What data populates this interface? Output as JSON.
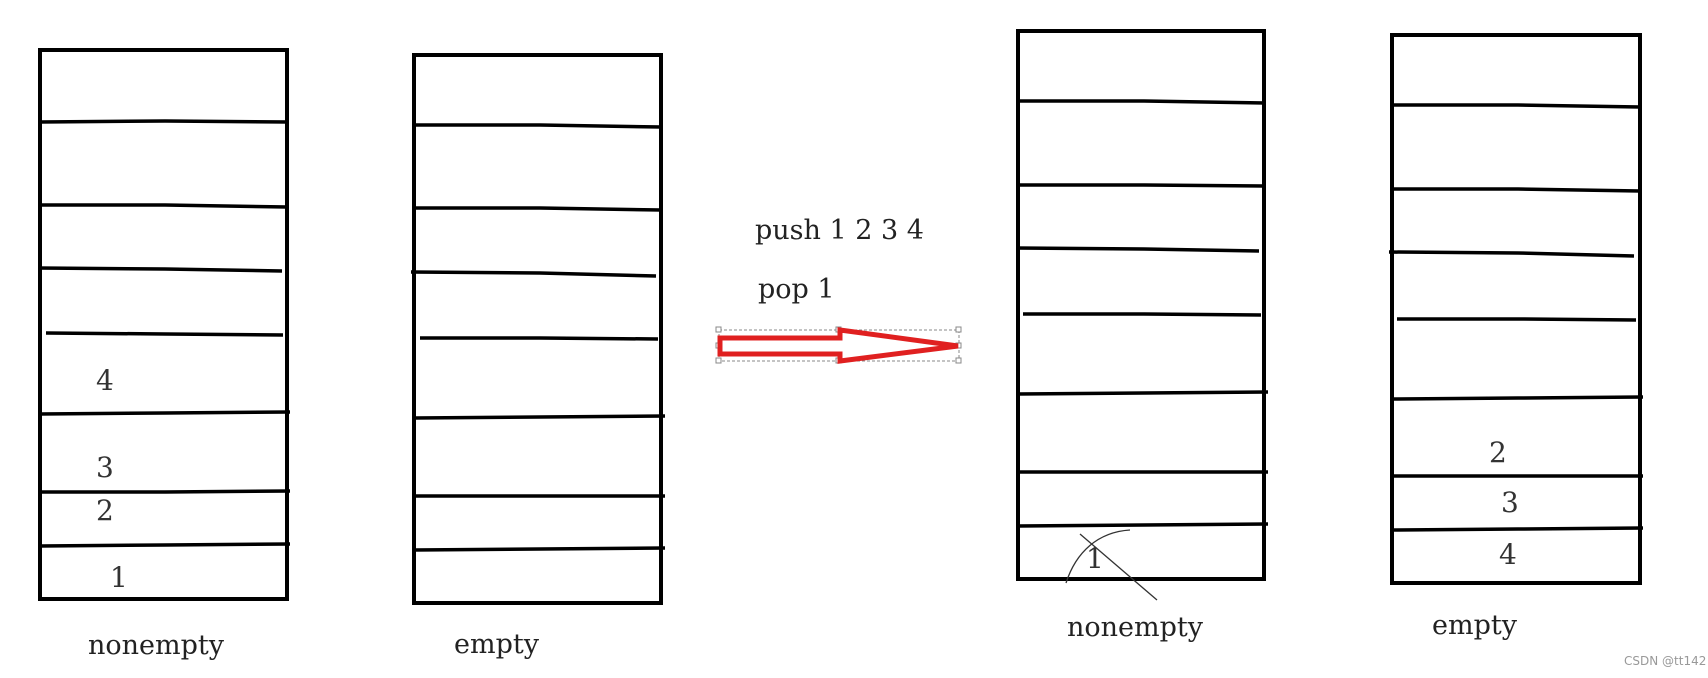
{
  "stacks": [
    {
      "label": "nonempty",
      "cells": [
        "4",
        "3",
        "2",
        "1"
      ]
    },
    {
      "label": "empty",
      "cells": []
    },
    {
      "label": "nonempty",
      "cells": [
        "1"
      ]
    },
    {
      "label": "empty",
      "cells": [
        "2",
        "3",
        "4"
      ]
    }
  ],
  "operations": {
    "push": "push 1 2 3 4",
    "pop": "pop  1"
  },
  "arrow_color": "#e02020",
  "watermark": "CSDN @tt142"
}
